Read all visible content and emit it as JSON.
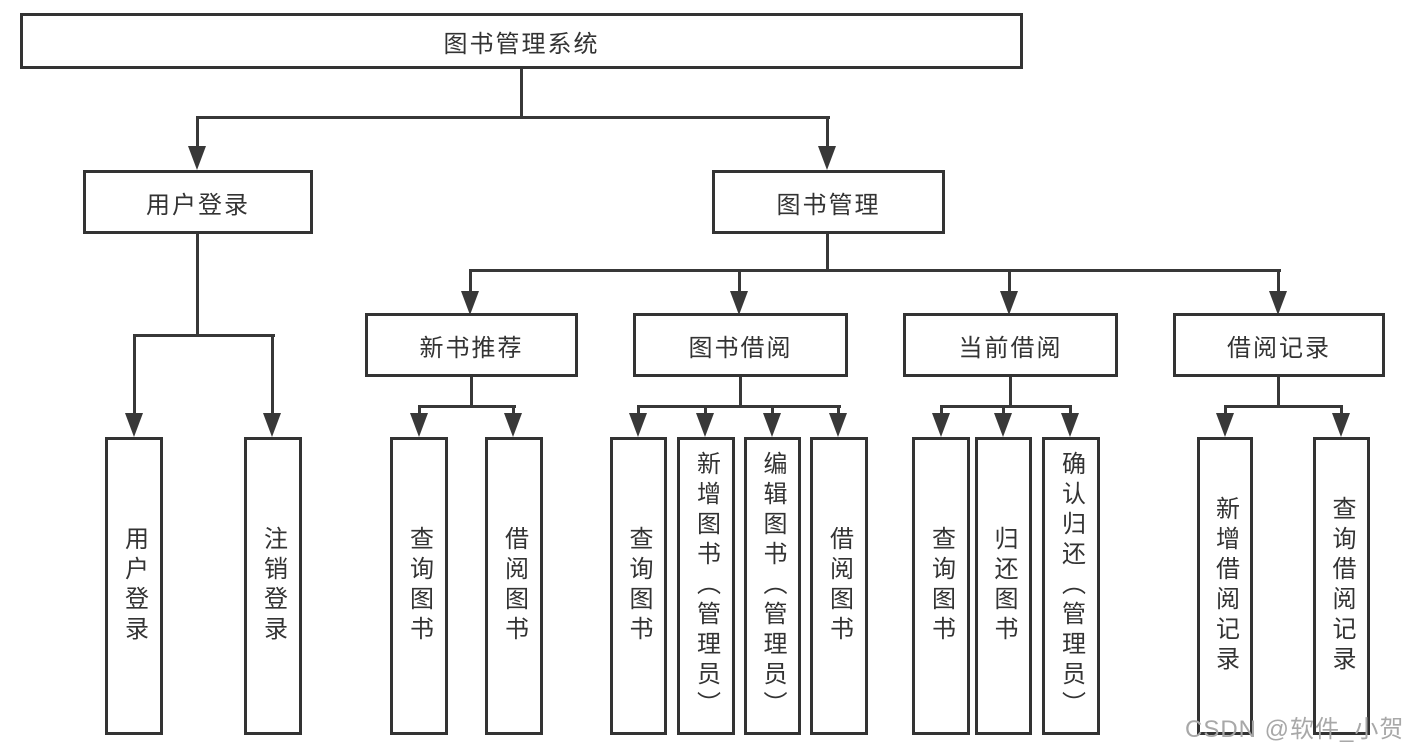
{
  "diagram": {
    "root": {
      "label": "图书管理系统"
    },
    "branches": [
      {
        "label": "用户登录",
        "children": [
          {
            "label": "用户登录"
          },
          {
            "label": "注销登录"
          }
        ]
      },
      {
        "label": "图书管理",
        "children": [
          {
            "label": "新书推荐",
            "children": [
              {
                "label": "查询图书"
              },
              {
                "label": "借阅图书"
              }
            ]
          },
          {
            "label": "图书借阅",
            "children": [
              {
                "label": "查询图书"
              },
              {
                "label": "新增图书（管理员）"
              },
              {
                "label": "编辑图书（管理员）"
              },
              {
                "label": "借阅图书"
              }
            ]
          },
          {
            "label": "当前借阅",
            "children": [
              {
                "label": "查询图书"
              },
              {
                "label": "归还图书"
              },
              {
                "label": "确认归还（管理员）"
              }
            ]
          },
          {
            "label": "借阅记录",
            "children": [
              {
                "label": "新增借阅记录"
              },
              {
                "label": "查询借阅记录"
              }
            ]
          }
        ]
      }
    ]
  },
  "watermark": {
    "text": "CSDN @软件_小贺同学"
  },
  "colors": {
    "line": "#383838",
    "box_border": "#333333",
    "text": "#333333",
    "watermark": "#a8a8a8",
    "background": "#ffffff"
  }
}
